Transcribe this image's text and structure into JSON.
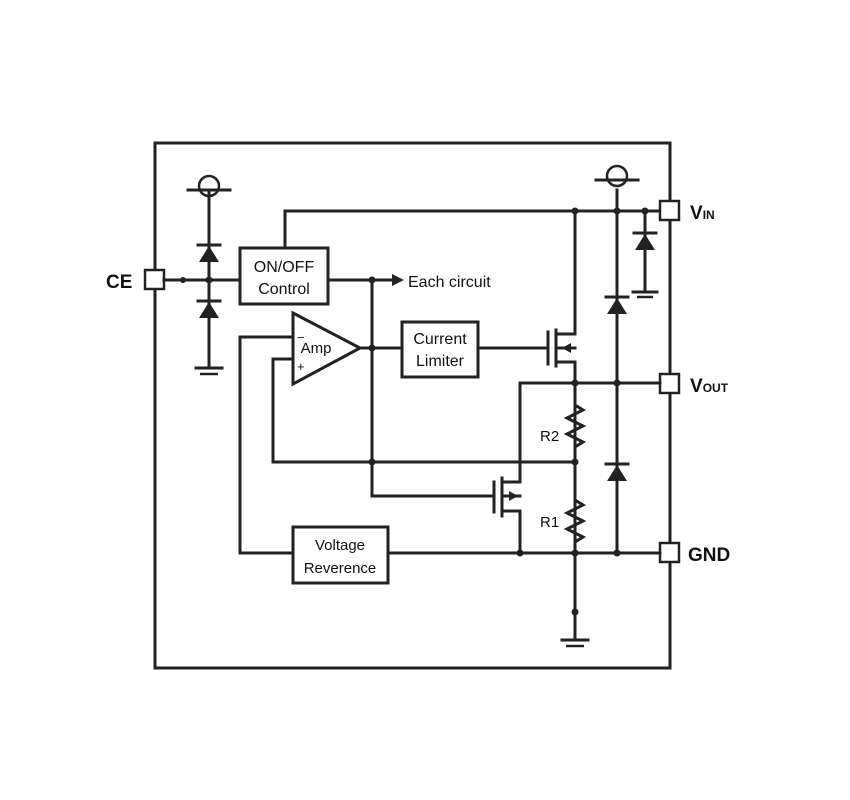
{
  "pins": {
    "ce": "CE",
    "vin_main": "V",
    "vin_sub": "IN",
    "vout_main": "V",
    "vout_sub": "OUT",
    "gnd": "GND"
  },
  "blocks": {
    "onoff_line1": "ON/OFF",
    "onoff_line2": "Control",
    "current_line1": "Current",
    "current_line2": "Limiter",
    "voltage_line1": "Voltage",
    "voltage_line2": "Reverence",
    "amp": "Amp"
  },
  "labels": {
    "each_circuit": "Each circuit",
    "r1": "R1",
    "r2": "R2",
    "minus": "−",
    "plus": "+"
  },
  "colors": {
    "line": "#222222",
    "background": "#ffffff"
  }
}
